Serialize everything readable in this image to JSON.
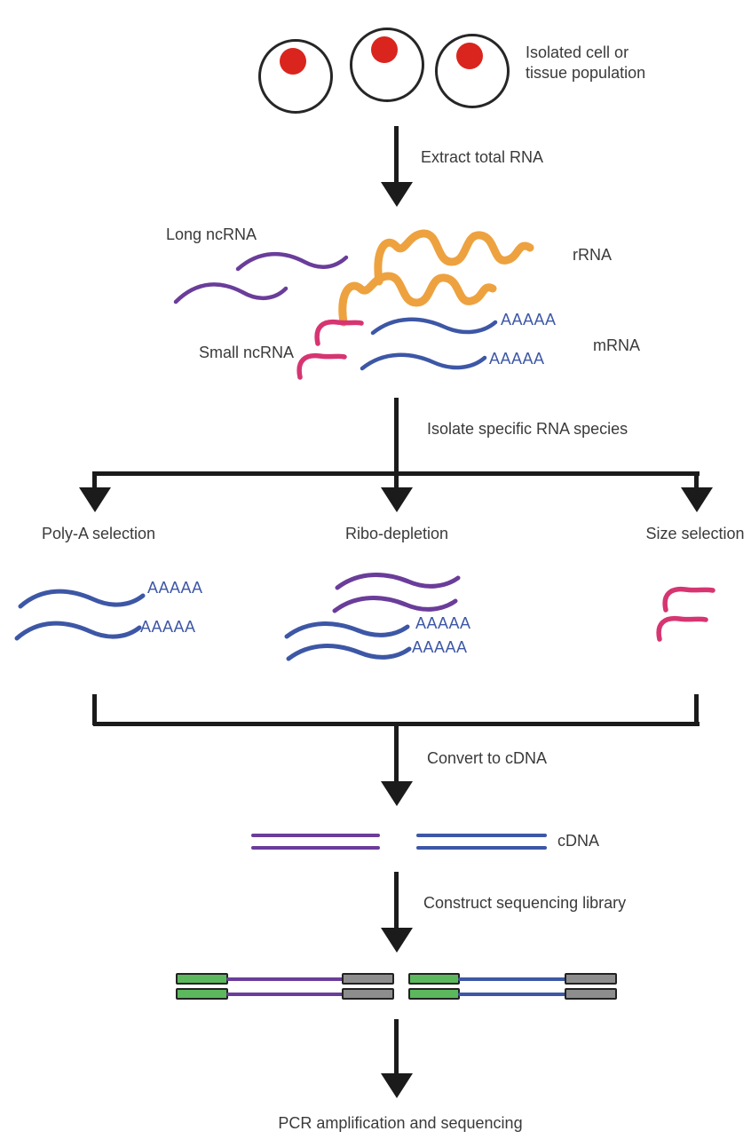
{
  "colors": {
    "ink": "#1b1b1b",
    "text": "#3a3a3a",
    "outline": "#262626",
    "purple": "#6a3d9a",
    "orange": "#eda23f",
    "blue": "#3d57a6",
    "pink": "#d63571",
    "red": "#d9251d",
    "green": "#5cb85c",
    "gray": "#8d8d8d"
  },
  "cells": {
    "label": "Isolated cell or\ntissue population"
  },
  "steps": {
    "extract": "Extract total RNA",
    "isolate": "Isolate specific RNA species",
    "convert": "Convert to cDNA",
    "construct_library": "Construct sequencing library",
    "pcr": "PCR amplification and sequencing"
  },
  "rna_pool": {
    "long_ncrna_label": "Long ncRNA",
    "rrna_label": "rRNA",
    "small_ncrna_label": "Small ncRNA",
    "mrna_label": "mRNA",
    "polya": "AAAAA"
  },
  "branches": [
    {
      "label": "Poly-A selection",
      "polya": "AAAAA"
    },
    {
      "label": "Ribo-depletion",
      "polya": "AAAAA"
    },
    {
      "label": "Size selection"
    }
  ],
  "cdna": {
    "label": "cDNA"
  }
}
